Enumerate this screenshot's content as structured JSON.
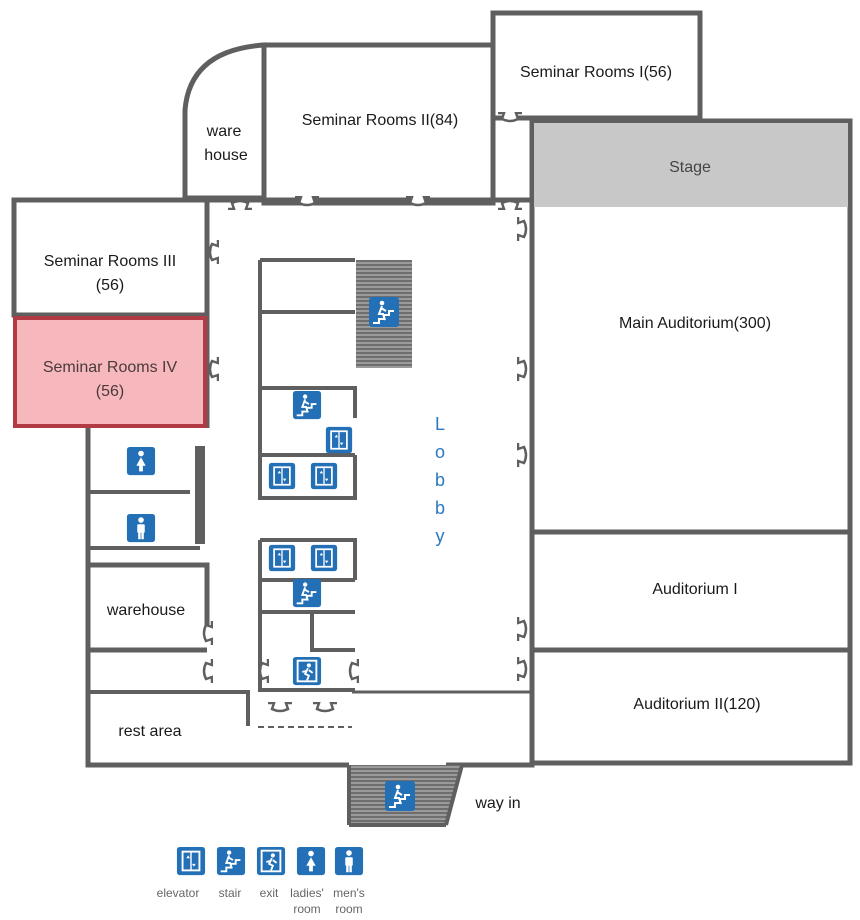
{
  "colors": {
    "wall": "#5f5f5f",
    "stage": "#c8c8c8",
    "highlight_fill": "#f6b8bc",
    "highlight_stroke": "#b23a44",
    "icon": "#2470b6",
    "lobby_text": "#2a78c2",
    "hatch": "#7a7a7a"
  },
  "rooms": {
    "seminar_1": "Seminar Rooms I(56)",
    "seminar_2": "Seminar Rooms II(84)",
    "seminar_3_line1": "Seminar Rooms III",
    "seminar_3_line2": "(56)",
    "seminar_4_line1": "Seminar Rooms IV",
    "seminar_4_line2": "(56)",
    "warehouse_top_line1": "ware",
    "warehouse_top_line2": "house",
    "stage": "Stage",
    "main_auditorium": "Main Auditorium(300)",
    "auditorium_1": "Auditorium I",
    "auditorium_2": "Auditorium II(120)",
    "warehouse": "warehouse",
    "rest_area": "rest area",
    "way_in": "way in"
  },
  "lobby_letters": [
    "L",
    "o",
    "b",
    "b",
    "y"
  ],
  "legend": [
    {
      "icon": "elevator-icon",
      "line1": "elevator",
      "line2": ""
    },
    {
      "icon": "stair-icon",
      "line1": "stair",
      "line2": ""
    },
    {
      "icon": "exit-icon",
      "line1": "exit",
      "line2": ""
    },
    {
      "icon": "ladies-room-icon",
      "line1": "ladies'",
      "line2": "room"
    },
    {
      "icon": "mens-room-icon",
      "line1": "men's",
      "line2": "room"
    }
  ]
}
